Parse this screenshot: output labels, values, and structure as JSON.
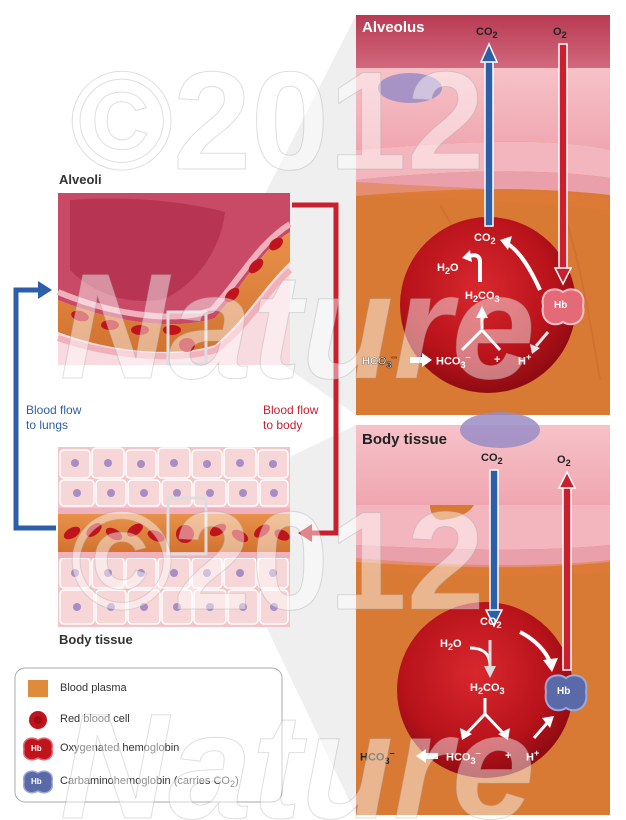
{
  "overview": {
    "alveoli_label": "Alveoli",
    "body_tissue_label": "Body tissue",
    "flow_to_lungs": [
      "Blood flow",
      "to lungs"
    ],
    "flow_to_body": [
      "Blood flow",
      "to body"
    ]
  },
  "alveolus_panel": {
    "title": "Alveolus",
    "co2_top": {
      "base": "CO",
      "sub": "2"
    },
    "o2_top": {
      "base": "O",
      "sub": "2"
    },
    "co2_cell": {
      "base": "CO",
      "sub": "2"
    },
    "h2o": {
      "pre": "H",
      "sub": "2",
      "post": "O"
    },
    "h2co3": {
      "pre": "H",
      "sub": "2",
      "post": "CO",
      "sub2": "3"
    },
    "hco3_out": {
      "base": "HCO",
      "sub": "3",
      "sup": "–"
    },
    "hco3_in": {
      "base": "HCO",
      "sub": "3",
      "sup": "–"
    },
    "plus": "+",
    "h_ion": {
      "base": "H",
      "sup": "+"
    },
    "hb": "Hb"
  },
  "tissue_panel": {
    "title": "Body tissue",
    "co2_top": {
      "base": "CO",
      "sub": "2"
    },
    "o2_top": {
      "base": "O",
      "sub": "2"
    },
    "co2_cell": {
      "base": "CO",
      "sub": "2"
    },
    "h2o": {
      "pre": "H",
      "sub": "2",
      "post": "O"
    },
    "h2co3": {
      "pre": "H",
      "sub": "2",
      "post": "CO",
      "sub2": "3"
    },
    "hco3_out": {
      "base": "HCO",
      "sub": "3",
      "sup": "–"
    },
    "hco3_in": {
      "base": "HCO",
      "sub": "3",
      "sup": "–"
    },
    "plus": "+",
    "h_ion": {
      "base": "H",
      "sup": "+"
    },
    "hb": "Hb"
  },
  "legend": {
    "items": [
      {
        "label": "Blood plasma",
        "icon": "plasma-swatch"
      },
      {
        "label": "Red blood cell",
        "icon": "red-blood-cell-icon"
      },
      {
        "label": "Oxygenated hemoglobin",
        "icon": "oxygenated-hemoglobin-icon",
        "badge": "Hb"
      },
      {
        "label": "Carbaminohemoglobin (carries CO",
        "sub": "2",
        "tail": ")",
        "icon": "carbaminohemoglobin-icon",
        "badge": "Hb"
      }
    ]
  },
  "watermark": {
    "year": "©2012",
    "brand": "Nature"
  },
  "colors": {
    "plasma": "#e08a3c",
    "rbc": "#c0141c",
    "blue_arrow": "#2c5fa8",
    "red_arrow": "#c8202e",
    "oxy_hb": "#e46a78",
    "carb_hb": "#5a6aa8"
  }
}
